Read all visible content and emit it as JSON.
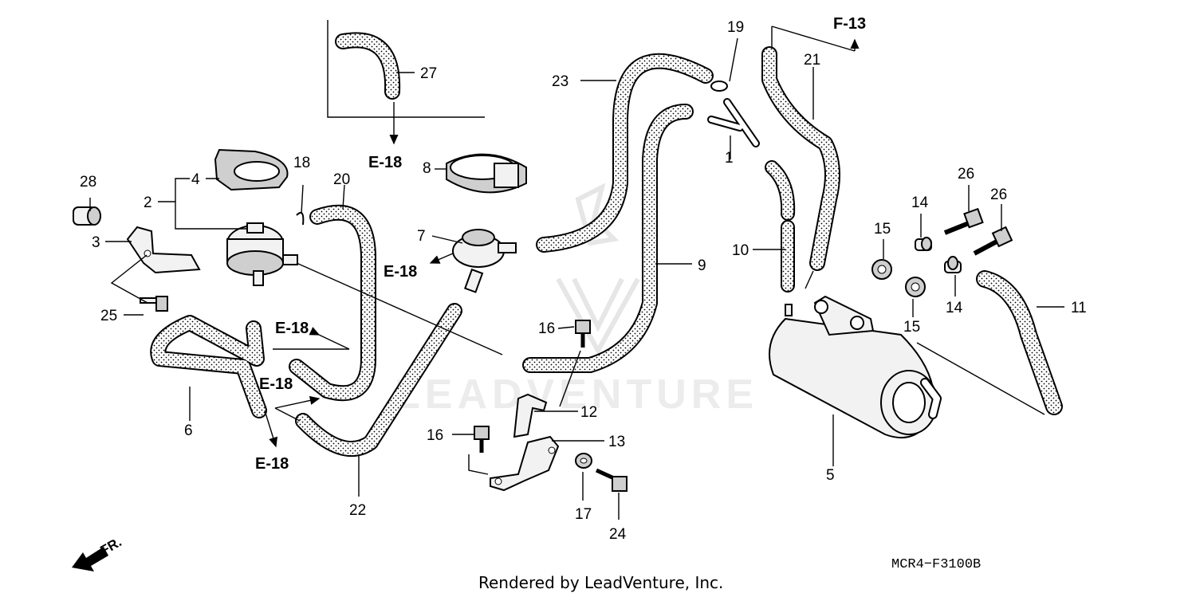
{
  "diagram_code": "MCR4−F3100B",
  "footer": "Rendered by LeadVenture, Inc.",
  "watermark": "LEADVENTURE",
  "direction_label": "FR.",
  "refs": {
    "e18": "E-18",
    "f13": "F-13"
  },
  "callouts": [
    "1",
    "2",
    "3",
    "4",
    "5",
    "6",
    "7",
    "8",
    "9",
    "10",
    "11",
    "12",
    "13",
    "14",
    "15",
    "16",
    "17",
    "18",
    "19",
    "20",
    "21",
    "22",
    "23",
    "24",
    "25",
    "26",
    "27",
    "28"
  ],
  "colors": {
    "line": "#000000",
    "watermark": "#e6e6e6",
    "hose_fill": "#ffffff"
  }
}
